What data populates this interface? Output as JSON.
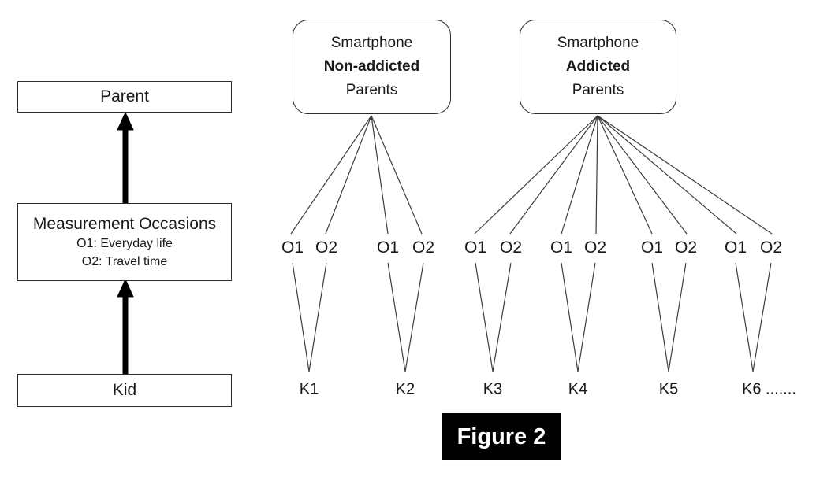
{
  "figure": {
    "caption": "Figure 2"
  },
  "left_flow": {
    "parent_label": "Parent",
    "measurement_title": "Measurement Occasions",
    "measurement_line1": "O1: Everyday life",
    "measurement_line2": "O2: Travel time",
    "kid_label": "Kid"
  },
  "parent_groups": [
    {
      "line1": "Smartphone",
      "line2": "Non-addicted",
      "line3": "Parents"
    },
    {
      "line1": "Smartphone",
      "line2": "Addicted",
      "line3": "Parents"
    }
  ],
  "units": [
    {
      "o1": "O1",
      "o2": "O2",
      "kid": "K1"
    },
    {
      "o1": "O1",
      "o2": "O2",
      "kid": "K2"
    },
    {
      "o1": "O1",
      "o2": "O2",
      "kid": "K3"
    },
    {
      "o1": "O1",
      "o2": "O2",
      "kid": "K4"
    },
    {
      "o1": "O1",
      "o2": "O2",
      "kid": "K5"
    },
    {
      "o1": "O1",
      "o2": "O2",
      "kid": "K6 ......."
    }
  ],
  "colors": {
    "line": "#3d3d3d",
    "border": "#2b2b2b",
    "text": "#1a1a1a",
    "caption_bg": "#000000",
    "caption_fg": "#ffffff",
    "background": "#ffffff"
  }
}
